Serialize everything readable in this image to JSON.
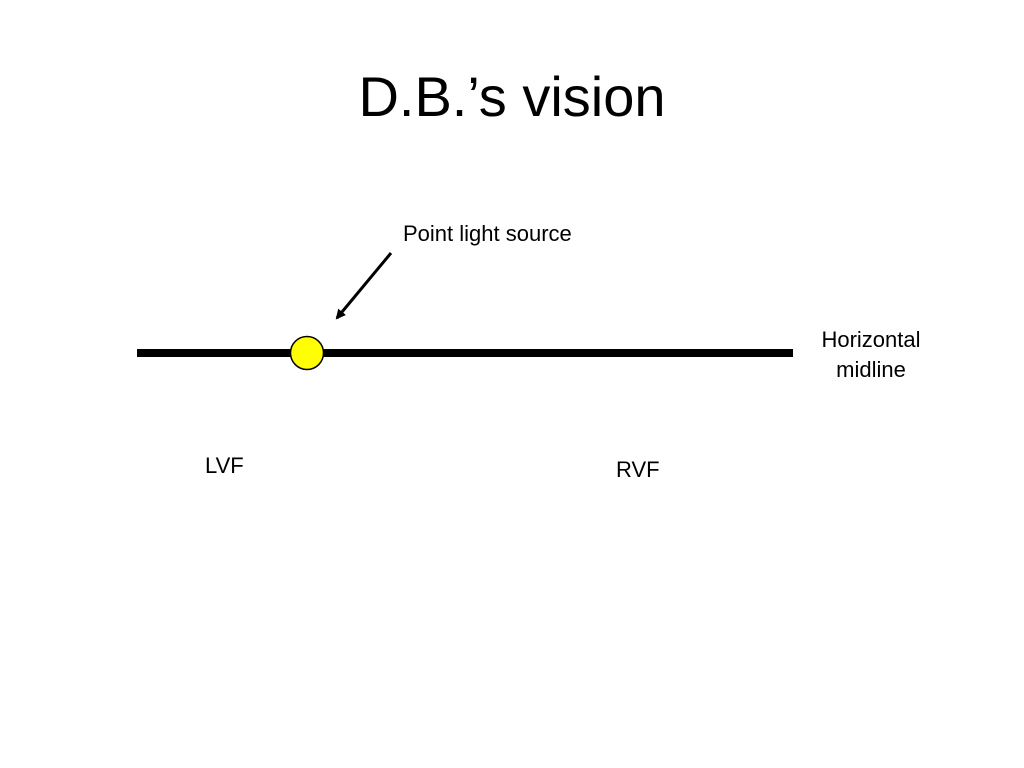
{
  "slide": {
    "title": "D.B.’s vision"
  },
  "diagram": {
    "labels": {
      "point_light_source": "Point light source",
      "horizontal_midline": "Horizontal midline",
      "lvf": "LVF",
      "rvf": "RVF"
    },
    "colors": {
      "midline": "#000000",
      "light_source_fill": "#ffff00",
      "light_source_stroke": "#000000",
      "arrow": "#000000"
    }
  }
}
